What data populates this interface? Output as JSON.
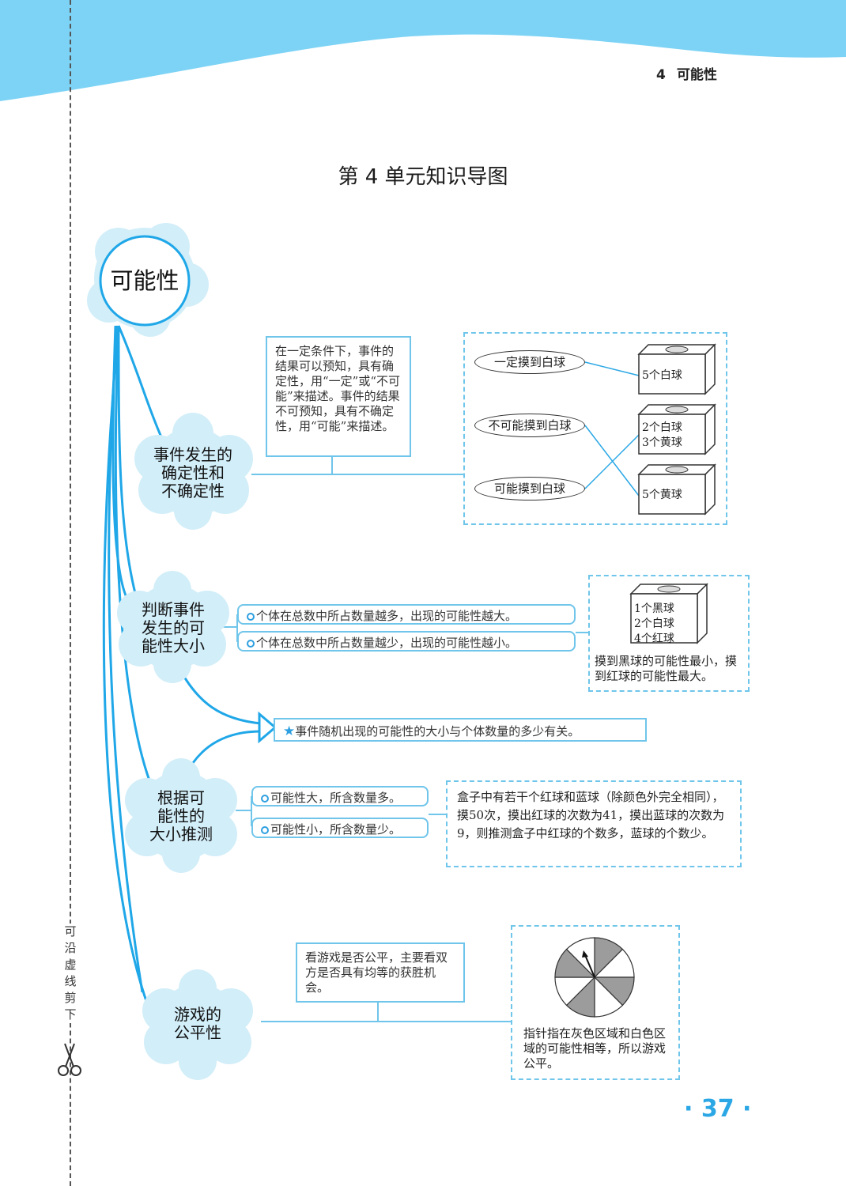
{
  "header": {
    "chapter_num": "4",
    "chapter_title": "可能性"
  },
  "title": "第 4 单元知识导图",
  "side": {
    "cut_text": "可沿虚线剪下"
  },
  "page_number": "· 37 ·",
  "colors": {
    "banner": "#7dd3f5",
    "accent": "#1fa7e8",
    "bubble_fill": "#d2eef9",
    "box_border": "#6fc5ea"
  },
  "root": {
    "label": "可能性"
  },
  "branch1": {
    "label": "事件发生的\n确定性和\n不确定性",
    "definition": "在一定条件下，事件的结果可以预知，具有确定性，用“一定”或“不可能”来描述。事件的结果不可预知，具有不确定性，用“可能”来描述。",
    "example": {
      "statements": [
        "一定摸到白球",
        "不可能摸到白球",
        "可能摸到白球"
      ],
      "boxes": [
        {
          "lines": [
            "5个白球"
          ]
        },
        {
          "lines": [
            "2个白球",
            "3个黄球"
          ]
        },
        {
          "lines": [
            "5个黄球"
          ]
        }
      ]
    }
  },
  "branch2": {
    "label": "判断事件\n发生的可\n能性大小",
    "rules": [
      "个体在总数中所占数量越多，出现的可能性越大。",
      "个体在总数中所占数量越少，出现的可能性越小。"
    ],
    "example": {
      "box_lines": [
        "1个黑球",
        "2个白球",
        "4个红球"
      ],
      "conclusion": "摸到黑球的可能性最小，摸到红球的可能性最大。"
    }
  },
  "key_point": "事件随机出现的可能性的大小与个体数量的多少有关。",
  "branch3": {
    "label": "根据可\n能性的\n大小推测",
    "rules": [
      "可能性大，所含数量多。",
      "可能性小，所含数量少。"
    ],
    "example": "盒子中有若干个红球和蓝球（除颜色外完全相同），摸50次，摸出红球的次数为41，摸出蓝球的次数为9，则推测盒子中红球的个数多，蓝球的个数少。"
  },
  "branch4": {
    "label": "游戏的\n公平性",
    "rule": "看游戏是否公平，主要看双方是否具有均等的获胜机会。",
    "example": "指针指在灰色区域和白色区域的可能性相等，所以游戏公平。"
  }
}
